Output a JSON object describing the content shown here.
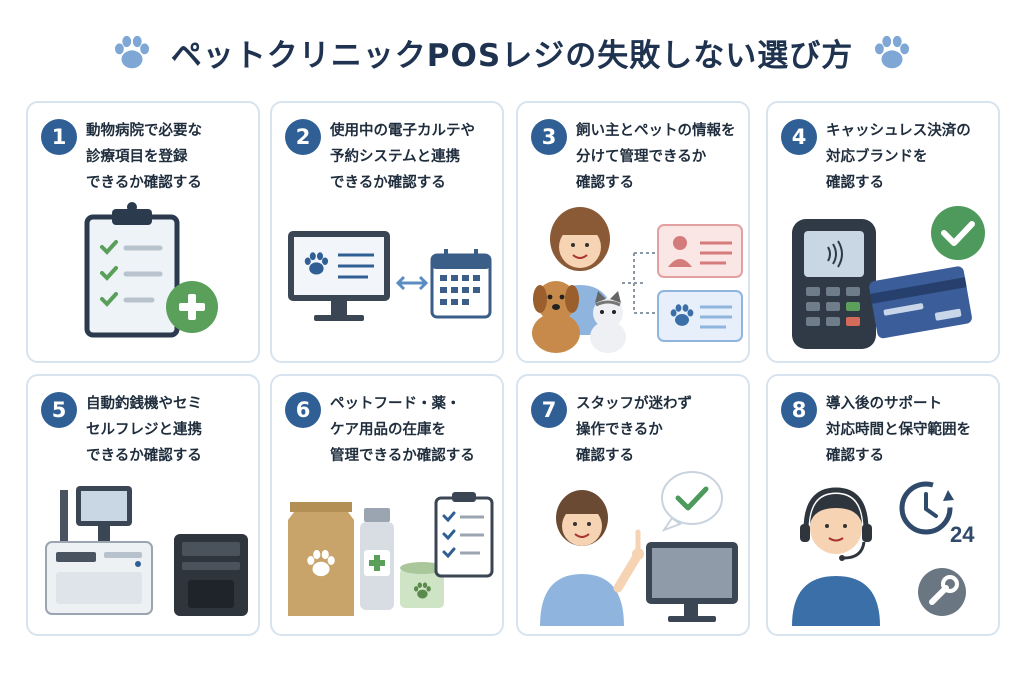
{
  "title": "ペットクリニックPOSレジの失敗しない選び方",
  "colors": {
    "accent": "#2f5f94",
    "card_border": "#d7e3ef",
    "paw": "#7ea7d6",
    "check": "#5aa05a"
  },
  "icons": [
    "paw-icon",
    "clipboard-checklist-icon",
    "plus-icon",
    "monitor-icon",
    "calendar-icon",
    "id-card-icon",
    "card-terminal-icon",
    "credit-card-icon",
    "check-icon",
    "cash-register-icon",
    "printer-icon",
    "food-bag-icon",
    "medicine-bottle-icon",
    "can-icon",
    "headset-icon",
    "clock-icon",
    "wrench-icon"
  ],
  "cards": [
    {
      "number": "1",
      "text": "動物病院で必要な\n診療項目を登録\nできるか確認する"
    },
    {
      "number": "2",
      "text": "使用中の電子カルテや\n予約システムと連携\nできるか確認する"
    },
    {
      "number": "3",
      "text": "飼い主とペットの情報を\n分けて管理できるか\n確認する"
    },
    {
      "number": "4",
      "text": "キャッシュレス決済の\n対応ブランドを\n確認する"
    },
    {
      "number": "5",
      "text": "自動釣銭機やセミ\nセルフレジと連携\nできるか確認する"
    },
    {
      "number": "6",
      "text": "ペットフード・薬・\nケア用品の在庫を\n管理できるか確認する"
    },
    {
      "number": "7",
      "text": "スタッフが迷わず\n操作できるか\n確認する"
    },
    {
      "number": "8",
      "text": "導入後のサポート\n対応時間と保守範囲を\n確認する"
    }
  ],
  "illustration_text": {
    "clock_hours": "24"
  }
}
